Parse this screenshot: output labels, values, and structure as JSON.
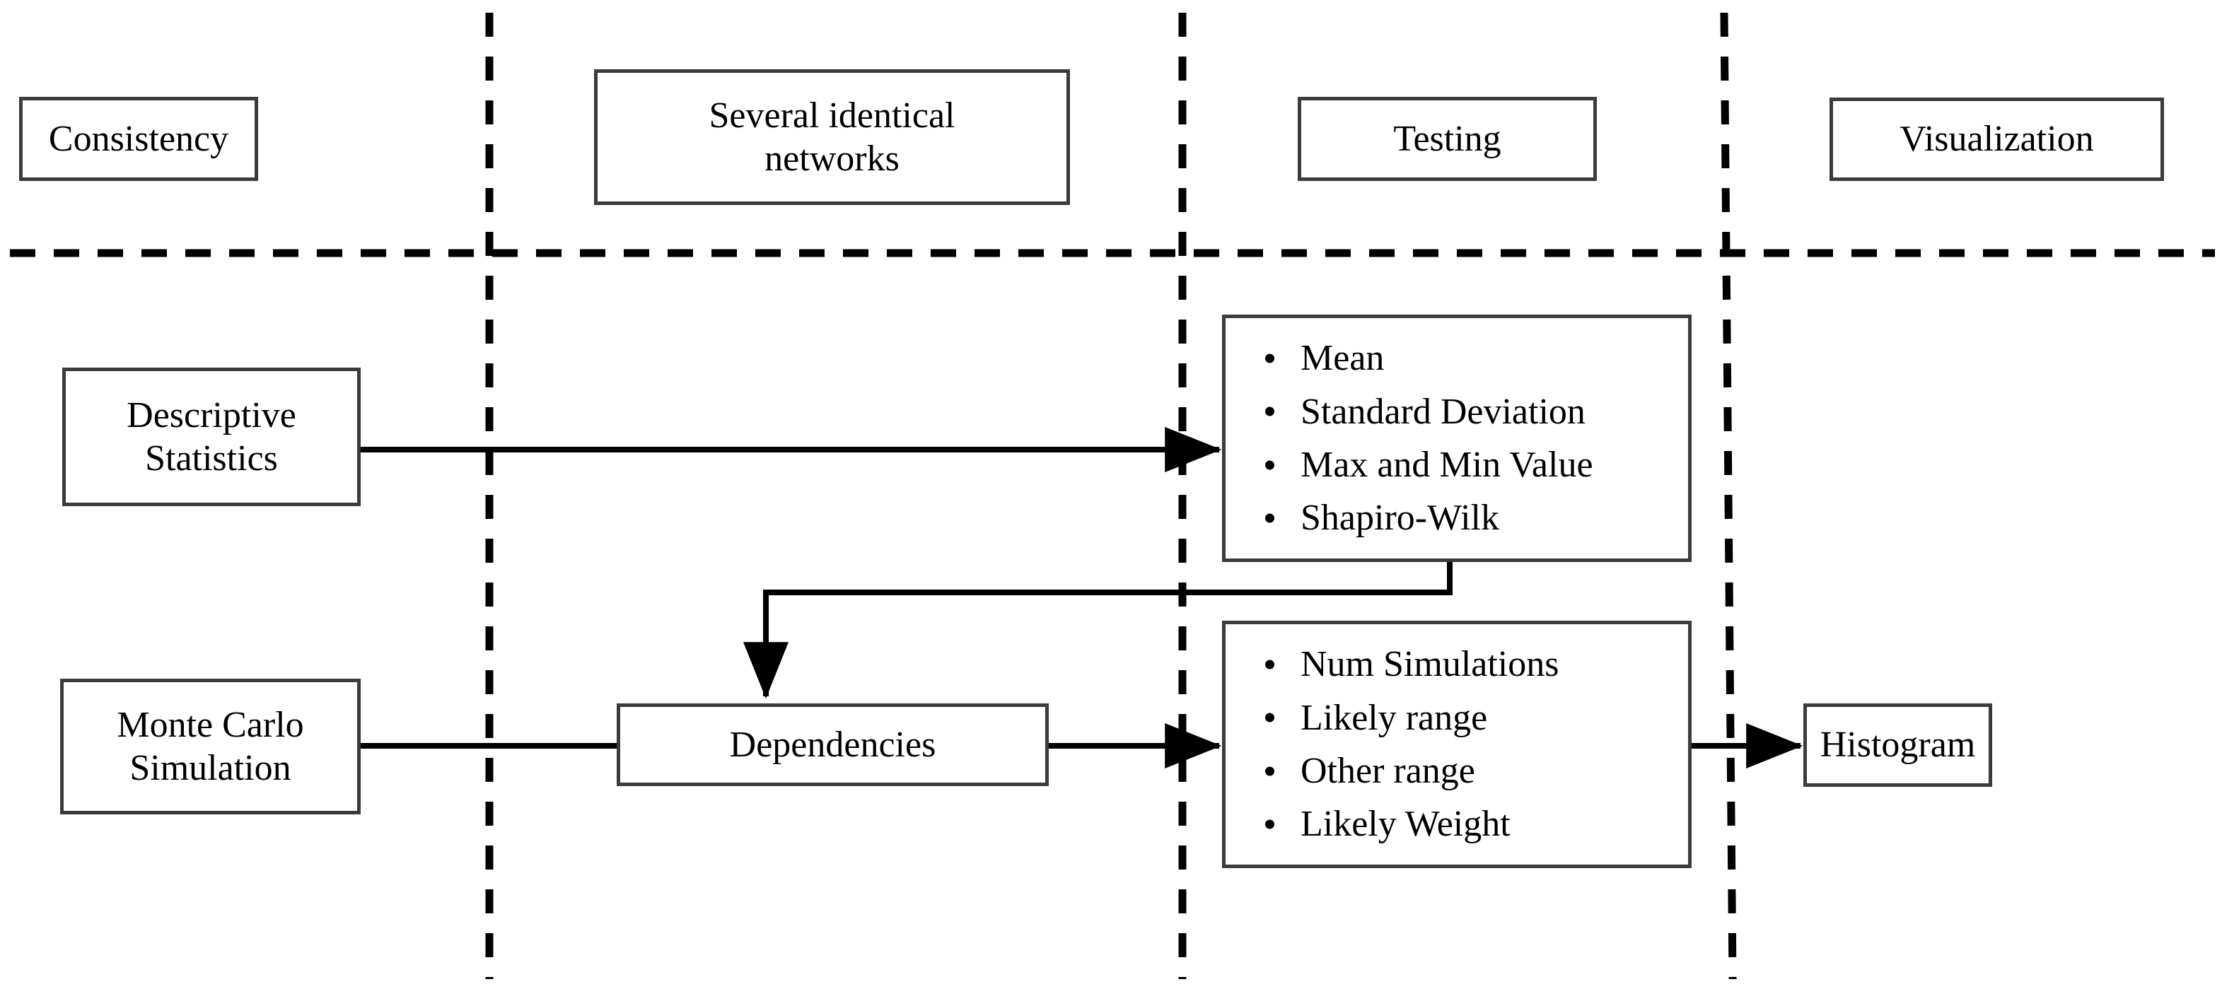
{
  "diagram": {
    "title": "Analysis pipeline swimlane diagram",
    "stroke_color": "#3b3b3b",
    "line_color": "#000000",
    "background": "#ffffff"
  },
  "lanes": [
    {
      "id": "consistency",
      "label": "Consistency"
    },
    {
      "id": "networks",
      "label": "Several identical\nnetworks"
    },
    {
      "id": "testing",
      "label": "Testing"
    },
    {
      "id": "visualization",
      "label": "Visualization"
    }
  ],
  "nodes": {
    "descriptive_statistics": {
      "label": "Descriptive\nStatistics"
    },
    "monte_carlo": {
      "label": "Monte Carlo\nSimulation"
    },
    "dependencies": {
      "label": "Dependencies"
    },
    "histogram": {
      "label": "Histogram"
    }
  },
  "bullet_lists": {
    "descriptive_outputs": [
      "Mean",
      "Standard Deviation",
      "Max and Min Value",
      "Shapiro-Wilk"
    ],
    "simulation_parameters": [
      "Num Simulations",
      "Likely range",
      "Other range",
      "Likely Weight"
    ]
  }
}
